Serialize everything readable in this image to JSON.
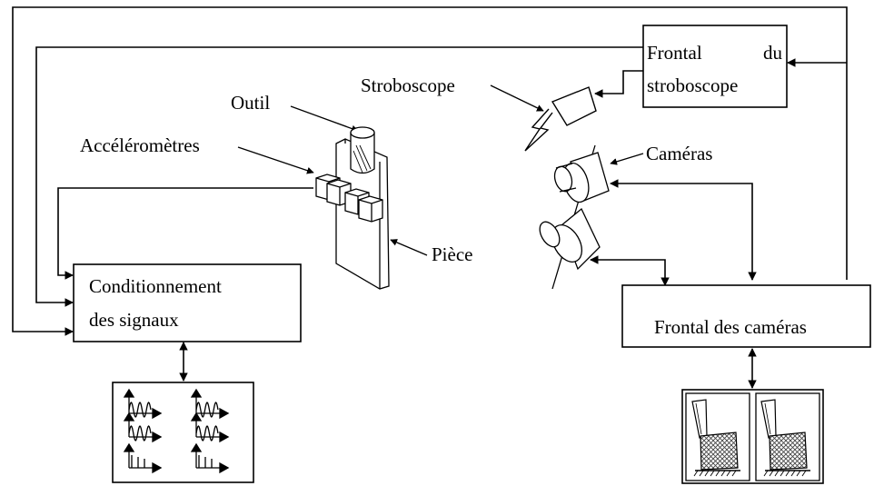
{
  "labels": {
    "stroboscope": "Stroboscope",
    "outil": "Outil",
    "accelerometres": "Accéléromètres",
    "cameras": "Caméras",
    "piece": "Pièce"
  },
  "boxes": {
    "frontal_strobo_line1_a": "Frontal",
    "frontal_strobo_line1_b": "du",
    "frontal_strobo_line2": "stroboscope",
    "conditionnement_line1": "Conditionnement",
    "conditionnement_line2": "des signaux",
    "frontal_cameras": "Frontal des caméras"
  },
  "colors": {
    "line": "#000000",
    "background": "#ffffff",
    "hatch": "#555555"
  }
}
